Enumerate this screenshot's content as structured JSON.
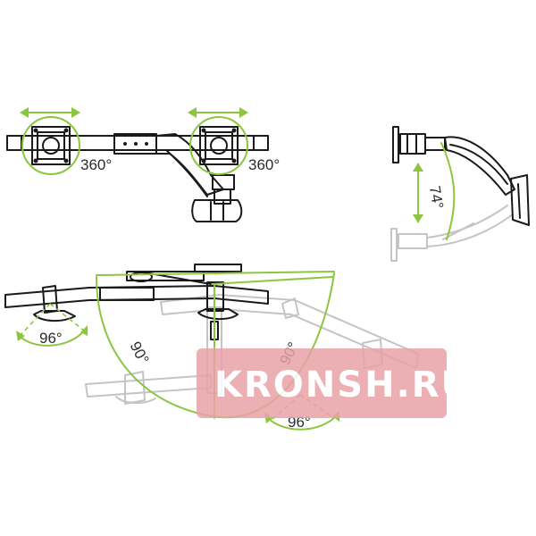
{
  "labels": {
    "rotation_left": "360°",
    "rotation_right": "360°",
    "tilt": "74°",
    "swivel_left": "96°",
    "arm_angle_left": "90°",
    "arm_angle_right": "90°",
    "swivel_bottom": "96°"
  },
  "watermark": {
    "text": "KRONSH.RU",
    "color": "#e8a2a8"
  },
  "colors": {
    "accent": "#8cc63f",
    "line": "#1a1a1a",
    "ghost": "#c4c4c4"
  }
}
